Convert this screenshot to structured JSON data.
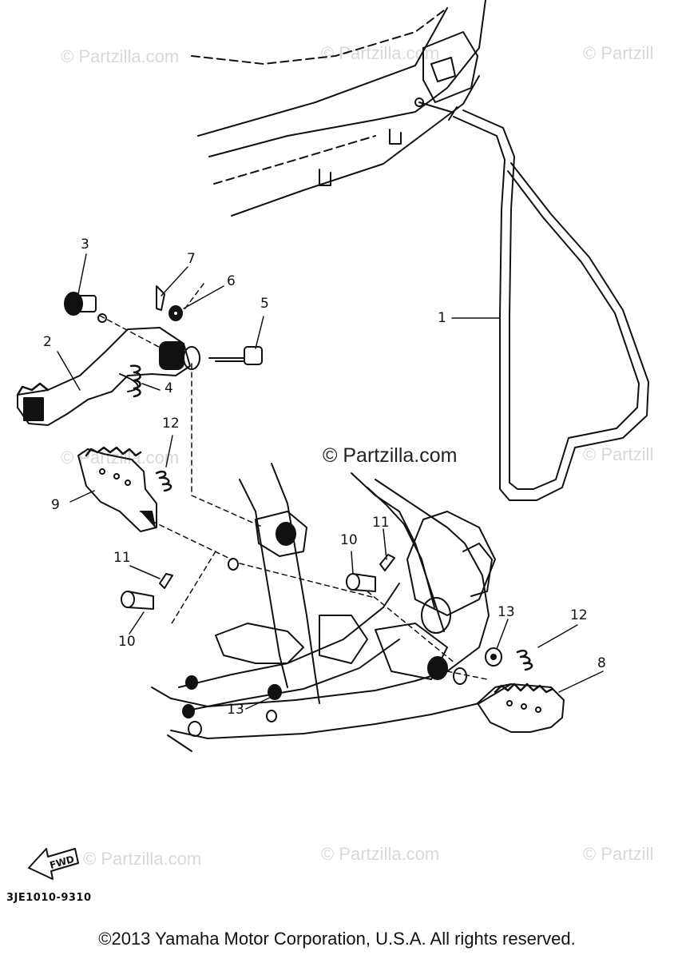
{
  "watermark": {
    "text": "© Partzilla.com",
    "partial_text": "© Partzill"
  },
  "callouts": {
    "c1": "1",
    "c2": "2",
    "c3": "3",
    "c4": "4",
    "c5": "5",
    "c6": "6",
    "c7": "7",
    "c8": "8",
    "c9": "9",
    "c10a": "10",
    "c10b": "10",
    "c11a": "11",
    "c11b": "11",
    "c12a": "12",
    "c12b": "12",
    "c13a": "13",
    "c13b": "13"
  },
  "fwd_label": "FWD",
  "diagram_code": "3JE1010-9310",
  "copyright": "©2013 Yamaha Motor Corporation, U.S.A. All rights reserved.",
  "colors": {
    "ink": "#111111",
    "watermark": "#d8d8d8",
    "background": "#ffffff"
  }
}
